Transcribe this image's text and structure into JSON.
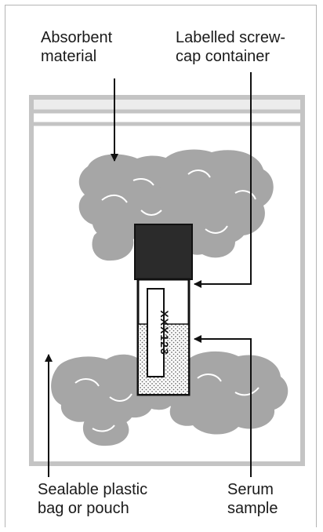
{
  "labels": {
    "absorbent": [
      "Absorbent",
      "material"
    ],
    "container": [
      "Labelled screw-",
      "cap container"
    ],
    "bag": [
      "Sealable plastic",
      "bag or pouch"
    ],
    "serum": [
      "Serum",
      "sample"
    ]
  },
  "tube_label_text": "XXX123",
  "colors": {
    "absorbent": "#a6a6a6",
    "bag_outline": "#c4c4c4",
    "cap": "#2b2b2b",
    "lines": "#111111"
  }
}
